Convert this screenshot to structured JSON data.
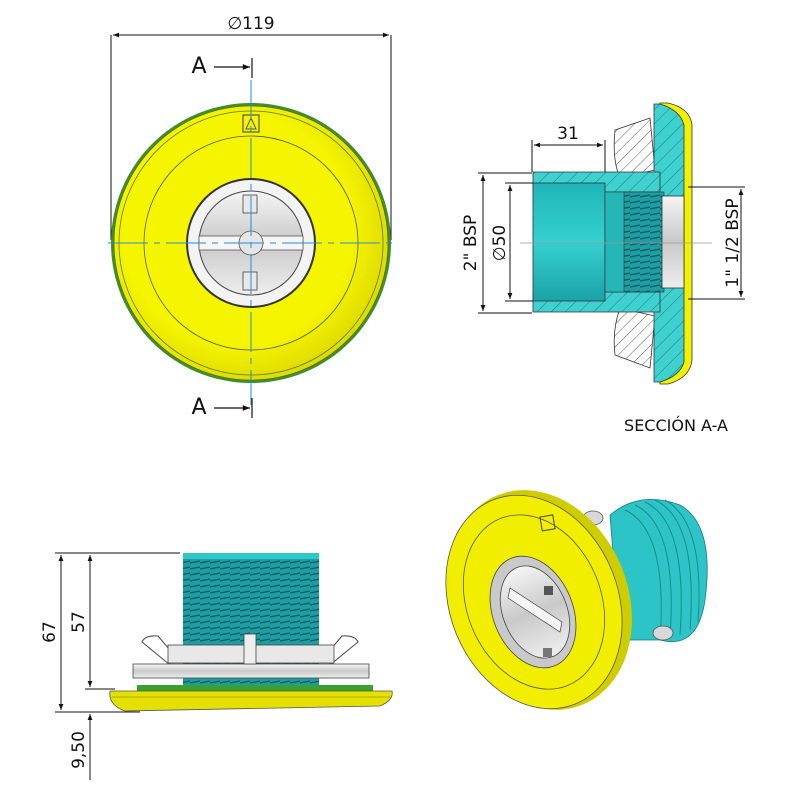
{
  "colors": {
    "flange_yellow": "#f2f200",
    "flange_edge_green": "#4d9a2a",
    "body_cyan": "#29c4c4",
    "body_cyan_dark": "#1a8f93",
    "grey_part": "#d8d8d8",
    "centerline_blue": "#1e8fd6",
    "line": "#111111"
  },
  "front_view": {
    "diameter_label": "∅119",
    "section_marker_top": "A",
    "section_marker_bottom": "A"
  },
  "section_view": {
    "title": "SECCIÓN A-A",
    "dim_length": "31",
    "dim_outer_thread": "2\" BSP",
    "dim_inner_diameter": "∅50",
    "dim_inner_thread": "1\" 1/2 BSP"
  },
  "side_view": {
    "dim_total_height": "67",
    "dim_body_height": "57",
    "dim_flange_height": "9,50"
  },
  "iso_view": {
    "description": "isometric view of wall inlet fitting"
  }
}
